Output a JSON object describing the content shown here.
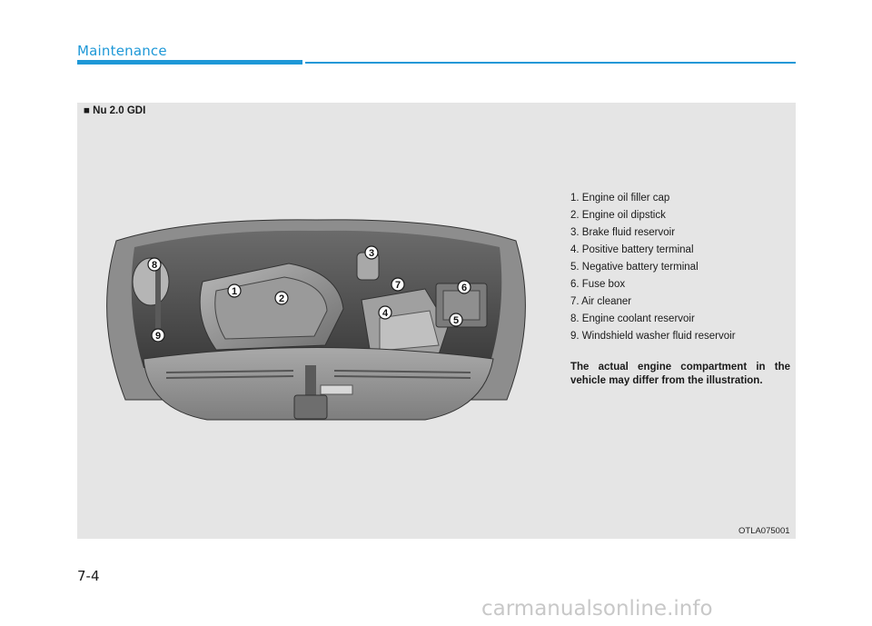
{
  "header": {
    "section_title": "Maintenance"
  },
  "figure": {
    "variant_label": "■ Nu 2.0 GDI",
    "image_code": "OTLA075001",
    "callouts": [
      "1",
      "2",
      "3",
      "4",
      "5",
      "6",
      "7",
      "8",
      "9"
    ],
    "legend": [
      "1. Engine oil filler cap",
      "2. Engine oil dipstick",
      "3. Brake fluid reservoir",
      "4. Positive battery terminal",
      "5. Negative battery terminal",
      "6. Fuse box",
      "7. Air cleaner",
      "8. Engine coolant reservoir",
      "9. Windshield washer fluid reservoir"
    ],
    "note": "The actual engine compartment in the vehicle may differ from the illustration."
  },
  "footer": {
    "page_number": "7-4",
    "watermark": "carmanualsonline.info"
  }
}
